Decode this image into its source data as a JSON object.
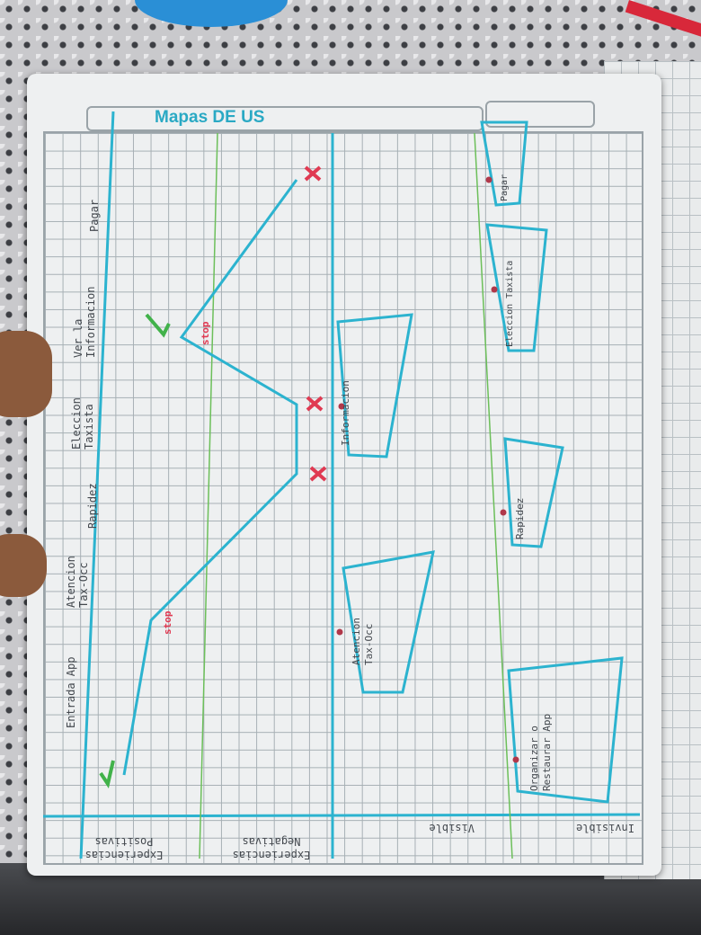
{
  "title": "Mapas DE US",
  "stages": [
    "Entrada App",
    "Atencion Tax-Occ",
    "Rapidez",
    "Eleccion Taxista",
    "Ver la Informacion",
    "Pagar"
  ],
  "axis_labels": {
    "positive": "Experiencias Positivas",
    "negative": "Experiencias Negativas",
    "visible": "Visible",
    "invisible": "Invisible"
  },
  "stop_marks": [
    "stop",
    "stop"
  ],
  "touchpoints": {
    "visible": [
      "Informacion",
      "Atencion Tax-Occ"
    ],
    "invisible": [
      "Pagar",
      "Eleccion Taxista",
      "Rapidez",
      "Organizar o Restaurar App"
    ]
  },
  "colors": {
    "pen": "#2cb3cf",
    "marker_red": "#e03a52",
    "marker_green": "#41b24a",
    "guide_green": "#6cbf5a"
  }
}
